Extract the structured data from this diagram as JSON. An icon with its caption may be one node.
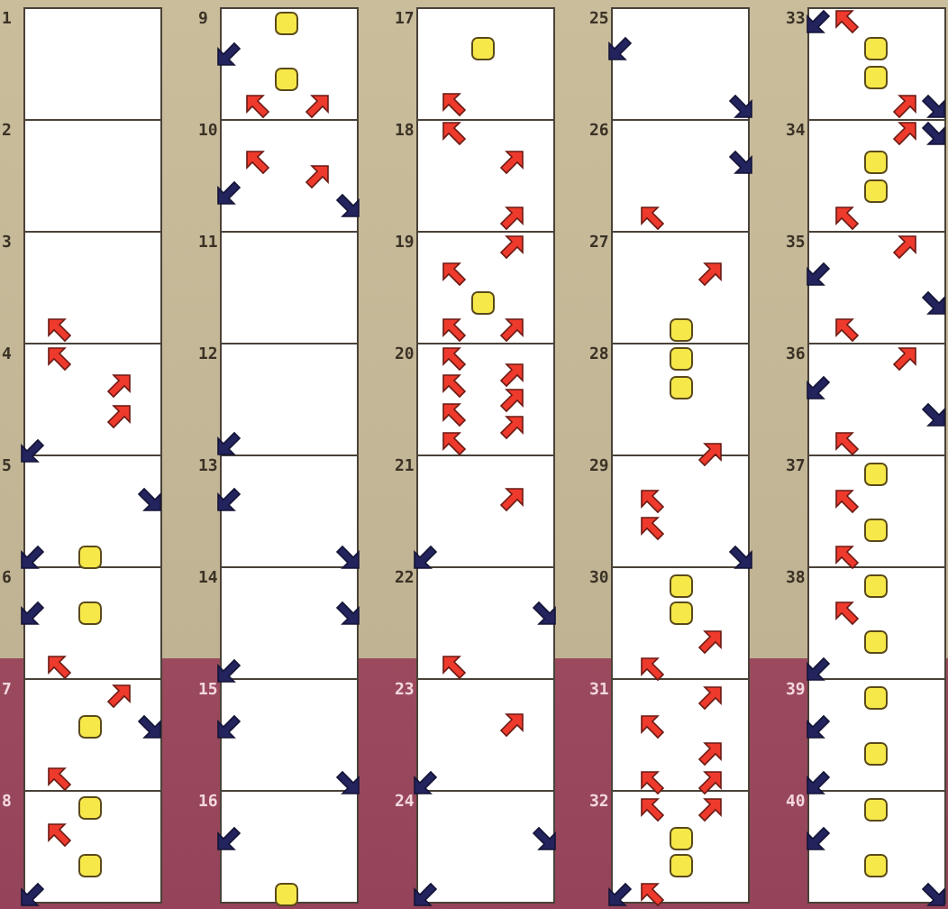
{
  "diagram": {
    "labels": [
      "1",
      "2",
      "3",
      "4",
      "5",
      "6",
      "7",
      "8",
      "9",
      "10",
      "11",
      "12",
      "13",
      "14",
      "15",
      "16",
      "17",
      "18",
      "19",
      "20",
      "21",
      "22",
      "23",
      "24",
      "25",
      "26",
      "27",
      "28",
      "29",
      "30",
      "31",
      "32",
      "33",
      "34",
      "35",
      "36",
      "37",
      "38",
      "39",
      "40"
    ]
  }
}
